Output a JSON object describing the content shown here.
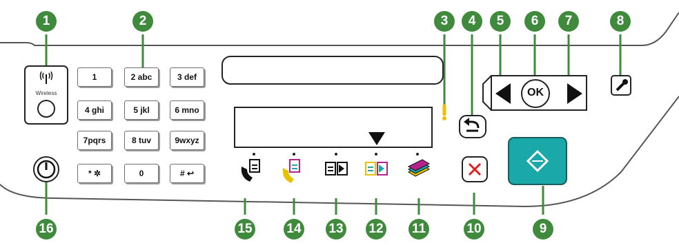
{
  "callouts": [
    "1",
    "2",
    "3",
    "4",
    "5",
    "6",
    "7",
    "8",
    "9",
    "10",
    "11",
    "12",
    "13",
    "14",
    "15",
    "16"
  ],
  "wireless": {
    "label": "Wireless",
    "icon": "wireless-icon"
  },
  "keypad": [
    "1",
    "2 abc",
    "3 def",
    "4 ghi",
    "5 jkl",
    "6 mno",
    "7pqrs",
    "8 tuv",
    "9wxyz",
    "* ✲",
    "0",
    "# ↩"
  ],
  "ok_label": "OK",
  "colors": {
    "callout": "#3f8a3c",
    "start": "#1aa8a8",
    "cancel": "#e02020",
    "attention": "#f0c000"
  }
}
